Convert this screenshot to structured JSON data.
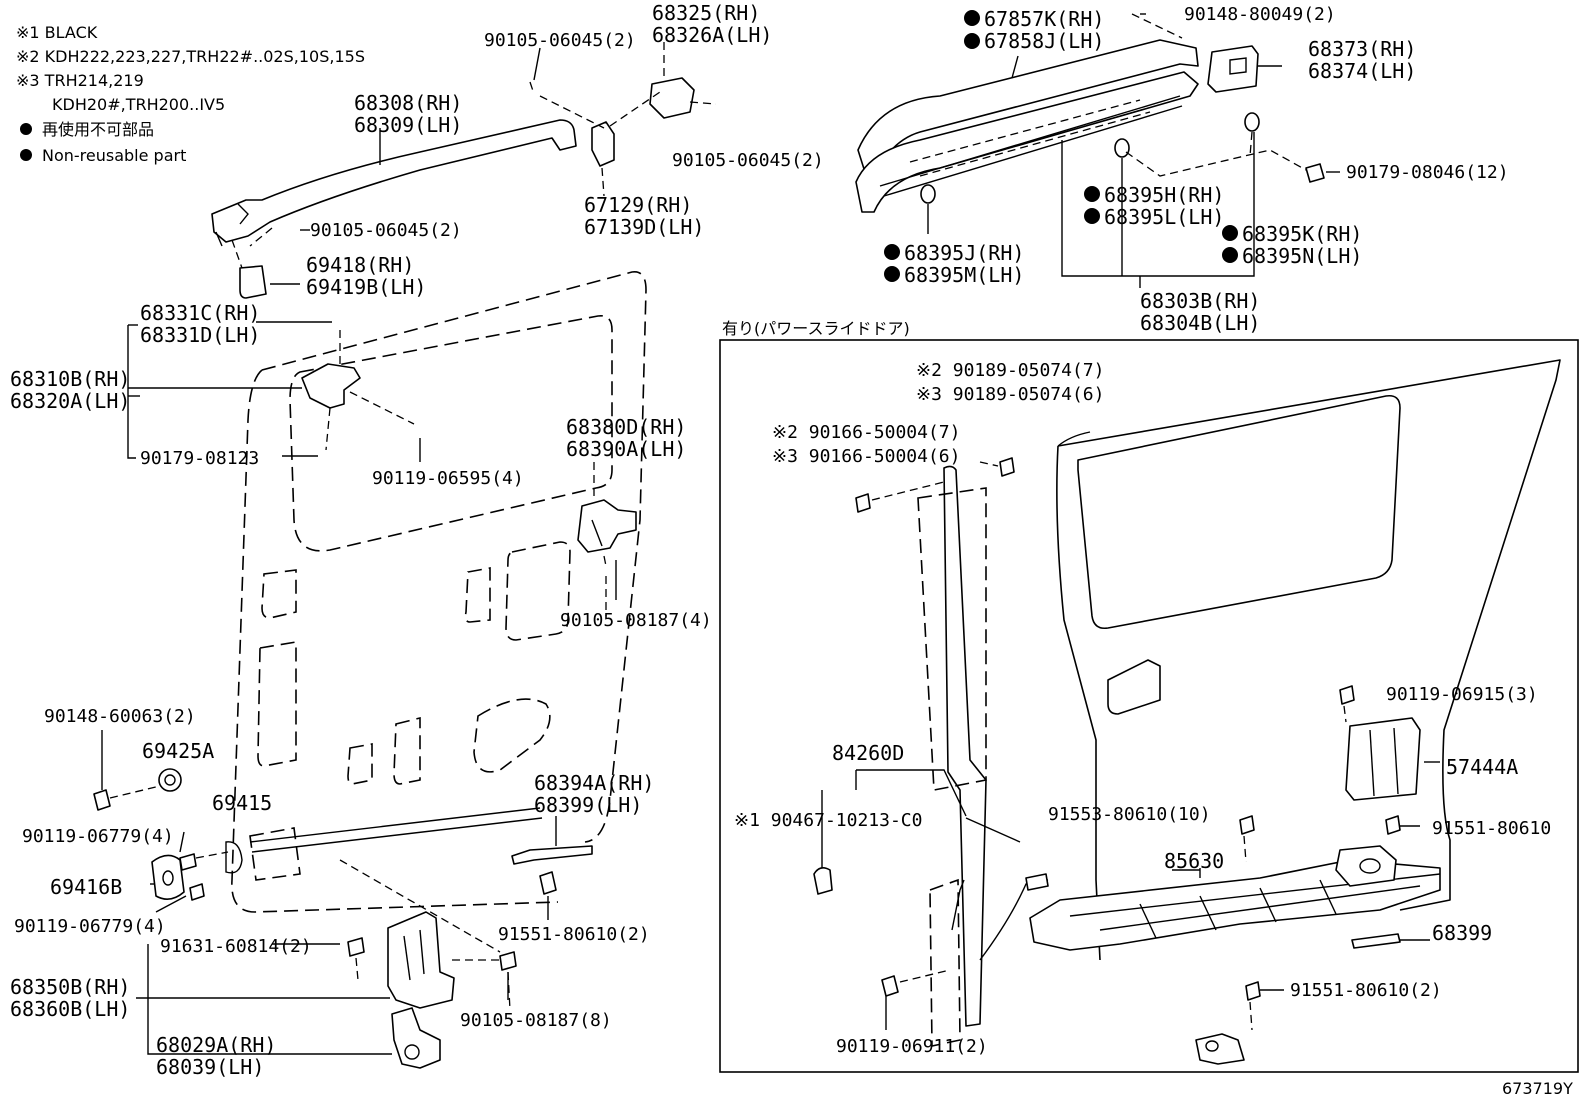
{
  "notes": {
    "n1": "※1 BLACK",
    "n2": "※2 KDH222,223,227,TRH22#..02S,10S,15S",
    "n3a": "※3 TRH214,219",
    "n3b": "KDH20#,TRH200..IV5",
    "jp": "再使用不可部品",
    "en": "Non-reusable part"
  },
  "power_slide_label": "有り(パワースライドドア)",
  "diagram_id": "673719Y",
  "parts": {
    "p68325": "68325(RH)",
    "p68326": "68326A(LH)",
    "p90105_06045_a": "90105-06045(2)",
    "p90105_06045_b": "90105-06045(2)",
    "p90105_06045_c": "90105-06045(2)",
    "p68308": "68308(RH)",
    "p68309": "68309(LH)",
    "p67129": "67129(RH)",
    "p67139": "67139D(LH)",
    "p69418": "69418(RH)",
    "p69419": "69419B(LH)",
    "p68331c": "68331C(RH)",
    "p68331d": "68331D(LH)",
    "p68310": "68310B(RH)",
    "p68320": "68320A(LH)",
    "p90179_08123": "90179-08123",
    "p90119_06595": "90119-06595(4)",
    "p68380": "68380D(RH)",
    "p68390": "68390A(LH)",
    "p90105_08187_a": "90105-08187(4)",
    "p90148_60063": "90148-60063(2)",
    "p69425": "69425A",
    "p69415": "69415",
    "p90119_06779_a": "90119-06779(4)",
    "p69416": "69416B",
    "p90119_06779_b": "90119-06779(4)",
    "p68394": "68394A(RH)",
    "p68399_lh": "68399(LH)",
    "p91551_80610_a": "91551-80610(2)",
    "p91631": "91631-60814(2)",
    "p68350": "68350B(RH)",
    "p68360": "68360B(LH)",
    "p90105_08187_b": "90105-08187(8)",
    "p68029": "68029A(RH)",
    "p68039": "68039(LH)",
    "p67857": "67857K(RH)",
    "p67858": "67858J(LH)",
    "p90148_80049": "90148-80049(2)",
    "p68373": "68373(RH)",
    "p68374": "68374(LH)",
    "p90179_08046": "90179-08046(12)",
    "p68395h": "68395H(RH)",
    "p68395l": "68395L(LH)",
    "p68395k": "68395K(RH)",
    "p68395n": "68395N(LH)",
    "p68395j": "68395J(RH)",
    "p68395m": "68395M(LH)",
    "p68303": "68303B(RH)",
    "p68304": "68304B(LH)",
    "p90189_2": "※2 90189-05074(7)",
    "p90189_3": "※3 90189-05074(6)",
    "p90166_2": "※2 90166-50004(7)",
    "p90166_3": "※3 90166-50004(6)",
    "p84260": "84260D",
    "p90467": "※1 90467-10213-C0",
    "p90119_06911": "90119-06911(2)",
    "p90119_06915": "90119-06915(3)",
    "p57444": "57444A",
    "p91553": "91553-80610(10)",
    "p91551_80610_b": "91551-80610",
    "p85630": "85630",
    "p68399": "68399",
    "p91551_80610_c": "91551-80610(2)"
  }
}
